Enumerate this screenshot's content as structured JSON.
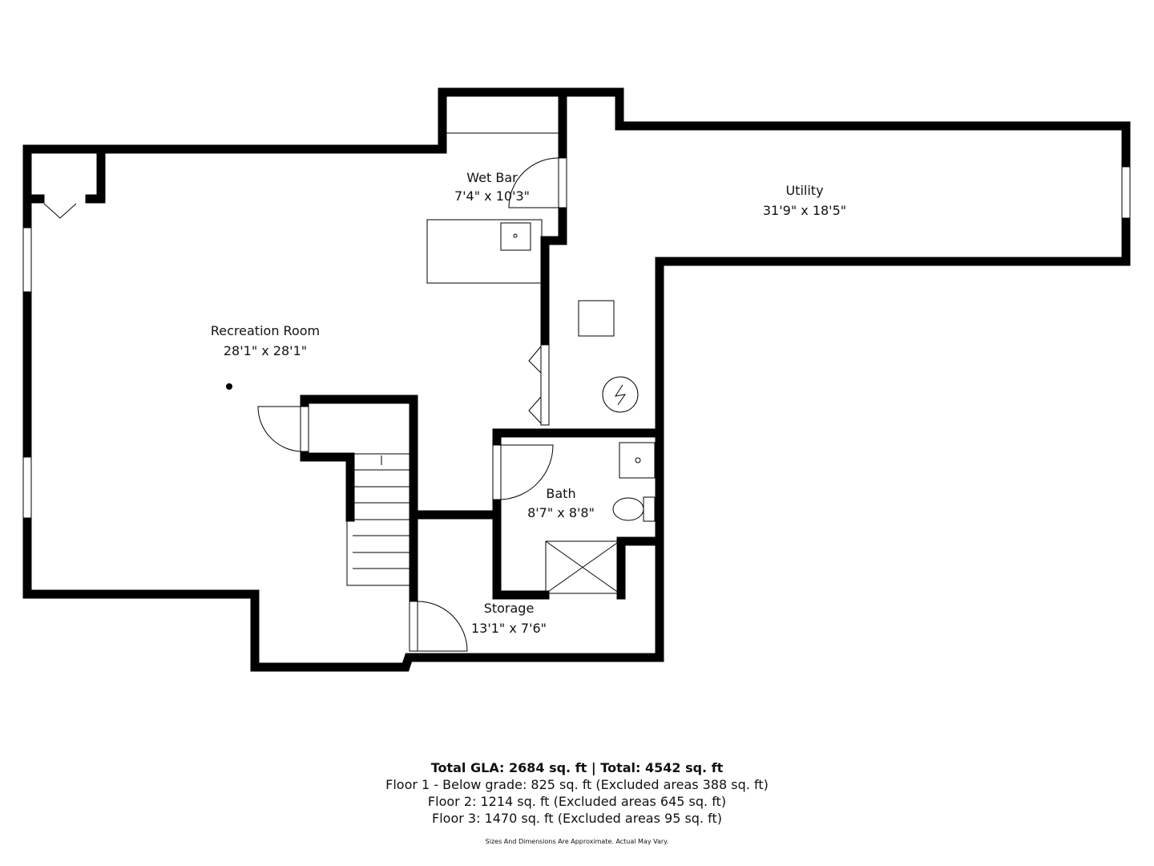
{
  "rooms": [
    {
      "name": "Wet Bar",
      "size": "7'4\" x 10'3\""
    },
    {
      "name": "Utility",
      "size": "31'9\" x 18'5\""
    },
    {
      "name": "Recreation Room",
      "size": "28'1\" x 28'1\""
    },
    {
      "name": "Bath",
      "size": "8'7\" x 8'8\""
    },
    {
      "name": "Storage",
      "size": "13'1\" x 7'6\""
    }
  ],
  "summary": {
    "total": "Total GLA: 2684 sq. ft | Total: 4542 sq. ft",
    "floors": [
      "Floor 1 - Below grade: 825 sq. ft (Excluded areas 388 sq. ft)",
      "Floor 2: 1214 sq. ft (Excluded areas 645 sq. ft)",
      "Floor 3: 1470 sq. ft (Excluded areas 95 sq. ft)"
    ],
    "disclaimer": "Sizes And Dimensions Are Approximate. Actual May Vary."
  }
}
